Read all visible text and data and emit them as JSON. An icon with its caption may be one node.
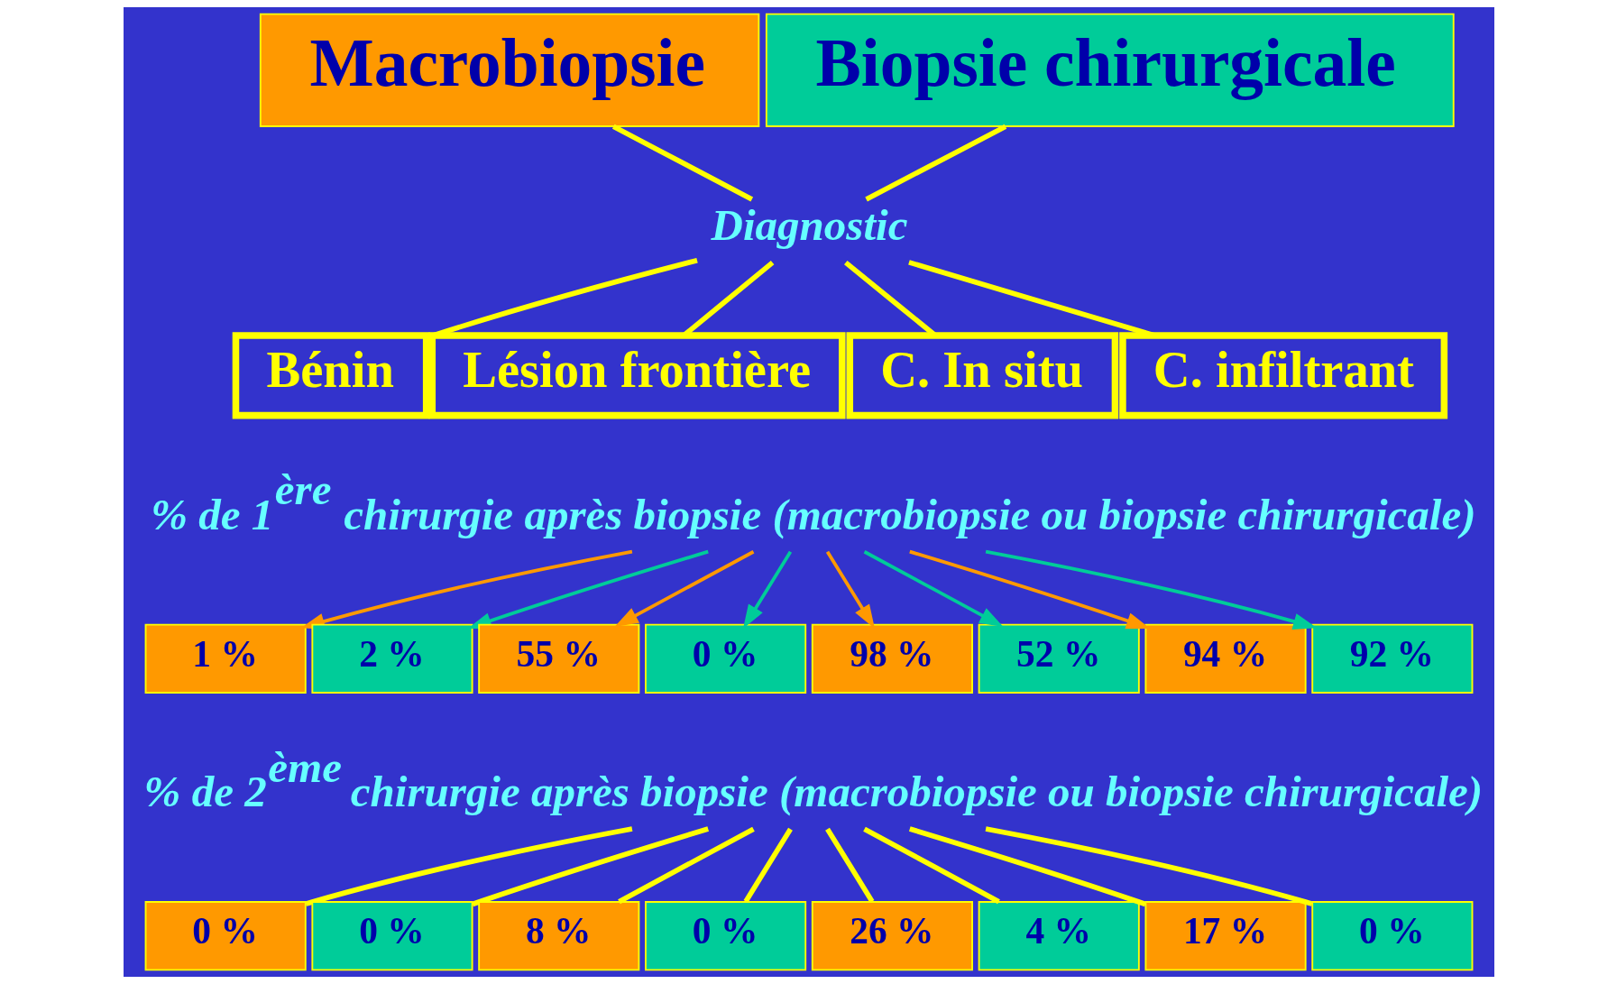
{
  "diagram": {
    "nodes": [
      {
        "text": [
          "Macrobiopsie"
        ]
      },
      {
        "text": [
          "Biopsie chirurgicale"
        ]
      },
      {
        "text": [
          "Diagnostic"
        ]
      },
      {
        "text": [
          "Bénin"
        ]
      },
      {
        "text": [
          "Lésion frontière"
        ]
      },
      {
        "text": [
          "C. In situ"
        ]
      },
      {
        "text": [
          "C. infiltrant"
        ]
      },
      {
        "text": [
          "% de 1$^{ère}$ chirurgie après biopsie (macrobiopsie ou biopsie chirurgicale)"
        ]
      },
      {
        "text": [
          "1 %"
        ]
      },
      {
        "text": [
          "2 %"
        ]
      },
      {
        "text": [
          "55 %"
        ]
      },
      {
        "text": [
          "0 %"
        ]
      },
      {
        "text": [
          "98 %"
        ]
      },
      {
        "text": [
          "52 %"
        ]
      },
      {
        "text": [
          "94 %"
        ]
      },
      {
        "text": [
          "92 %"
        ]
      },
      {
        "text": [
          "% de 2$^{ème}$ chirurgie après biopsie (macrobiopsie ou biopsie chirurgicale)"
        ]
      },
      {
        "text": [
          "0 %"
        ]
      },
      {
        "text": [
          "0 %"
        ]
      },
      {
        "text": [
          "8 %"
        ]
      },
      {
        "text": [
          "0 %"
        ]
      },
      {
        "text": [
          "26 %"
        ]
      },
      {
        "text": [
          "4 %"
        ]
      },
      {
        "text": [
          "17 %"
        ]
      },
      {
        "text": [
          "0 %"
        ]
      }
    ],
    "edges": [
      {
        "from": 0,
        "to": 2,
        "arrow": "none"
      },
      {
        "from": 1,
        "to": 2,
        "arrow": "none"
      },
      {
        "from": 2,
        "to": 3,
        "arrow": "none"
      },
      {
        "from": 2,
        "to": 4,
        "arrow": "none"
      },
      {
        "from": 2,
        "to": 5,
        "arrow": "none"
      },
      {
        "from": 2,
        "to": 6,
        "arrow": "none"
      },
      {
        "from": 7,
        "to": 8,
        "arrow": "to",
        "color": "#ff9900"
      },
      {
        "from": 7,
        "to": 9,
        "arrow": "to",
        "color": "#00cc99"
      },
      {
        "from": 7,
        "to": 10,
        "arrow": "to",
        "color": "#ff9900"
      },
      {
        "from": 7,
        "to": 11,
        "arrow": "to",
        "color": "#00cc99"
      },
      {
        "from": 7,
        "to": 12,
        "arrow": "to",
        "color": "#ff9900"
      },
      {
        "from": 7,
        "to": 13,
        "arrow": "to",
        "color": "#00cc99"
      },
      {
        "from": 7,
        "to": 14,
        "arrow": "to",
        "color": "#ff9900"
      },
      {
        "from": 7,
        "to": 15,
        "arrow": "to",
        "color": "#00cc99"
      },
      {
        "from": 16,
        "to": 17,
        "arrow": "none"
      },
      {
        "from": 16,
        "to": 18,
        "arrow": "none"
      },
      {
        "from": 16,
        "to": 19,
        "arrow": "none"
      },
      {
        "from": 16,
        "to": 20,
        "arrow": "none"
      },
      {
        "from": 16,
        "to": 21,
        "arrow": "none"
      },
      {
        "from": 16,
        "to": 22,
        "arrow": "none"
      },
      {
        "from": 16,
        "to": 23,
        "arrow": "none"
      },
      {
        "from": 16,
        "to": 24,
        "arrow": "none"
      }
    ]
  }
}
